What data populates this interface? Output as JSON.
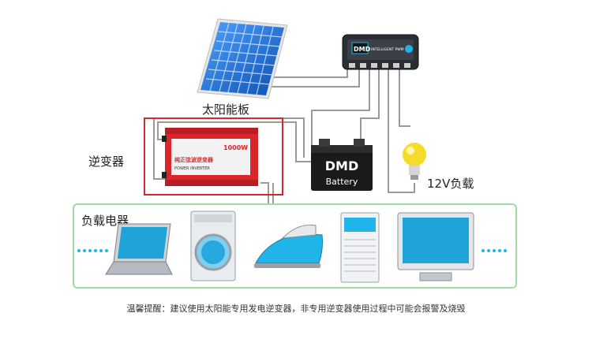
{
  "labels": {
    "solar_panel": "太阳能板",
    "inverter": "逆变器",
    "light": "12V负载",
    "loads": "负载电器"
  },
  "battery": {
    "brand": "DMD",
    "type": "Battery"
  },
  "inverter_device": {
    "rating": "1000W",
    "title": "纯正弦波逆变器",
    "subtitle": "POWER INVERTER"
  },
  "controller": {
    "brand": "DMD",
    "model": "INTELLIGENT PWM"
  },
  "appliances": [
    "laptop-icon",
    "washing-machine-icon",
    "iron-icon",
    "air-conditioner-icon",
    "monitor-icon"
  ],
  "footer": {
    "note": "温馨提醒：建议使用太阳能专用发电逆变器，非专用逆变器使用过程中可能会报警及烧毁"
  },
  "colors": {
    "inverter": "#d9262b",
    "highlight_frame": "#d9262b",
    "load_frame": "#9fdc9f",
    "panel": "#1f6fd1",
    "accent": "#1fb5ea",
    "bulb": "#f6dc2a"
  }
}
